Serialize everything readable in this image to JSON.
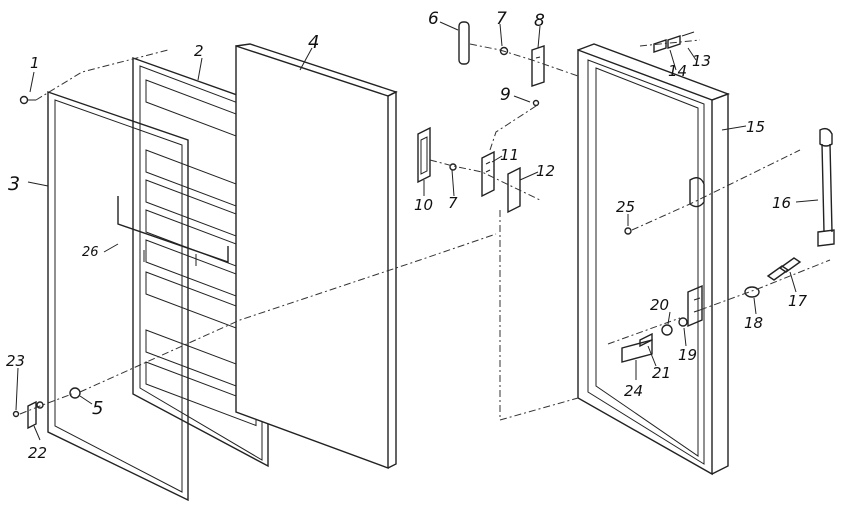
{
  "part_labels": [
    "1",
    "2",
    "3",
    "4",
    "5",
    "6",
    "7",
    "8",
    "9",
    "10",
    "7",
    "11",
    "12",
    "13",
    "14",
    "15",
    "16",
    "17",
    "18",
    "19",
    "20",
    "21",
    "22",
    "23",
    "24",
    "25",
    "26"
  ]
}
